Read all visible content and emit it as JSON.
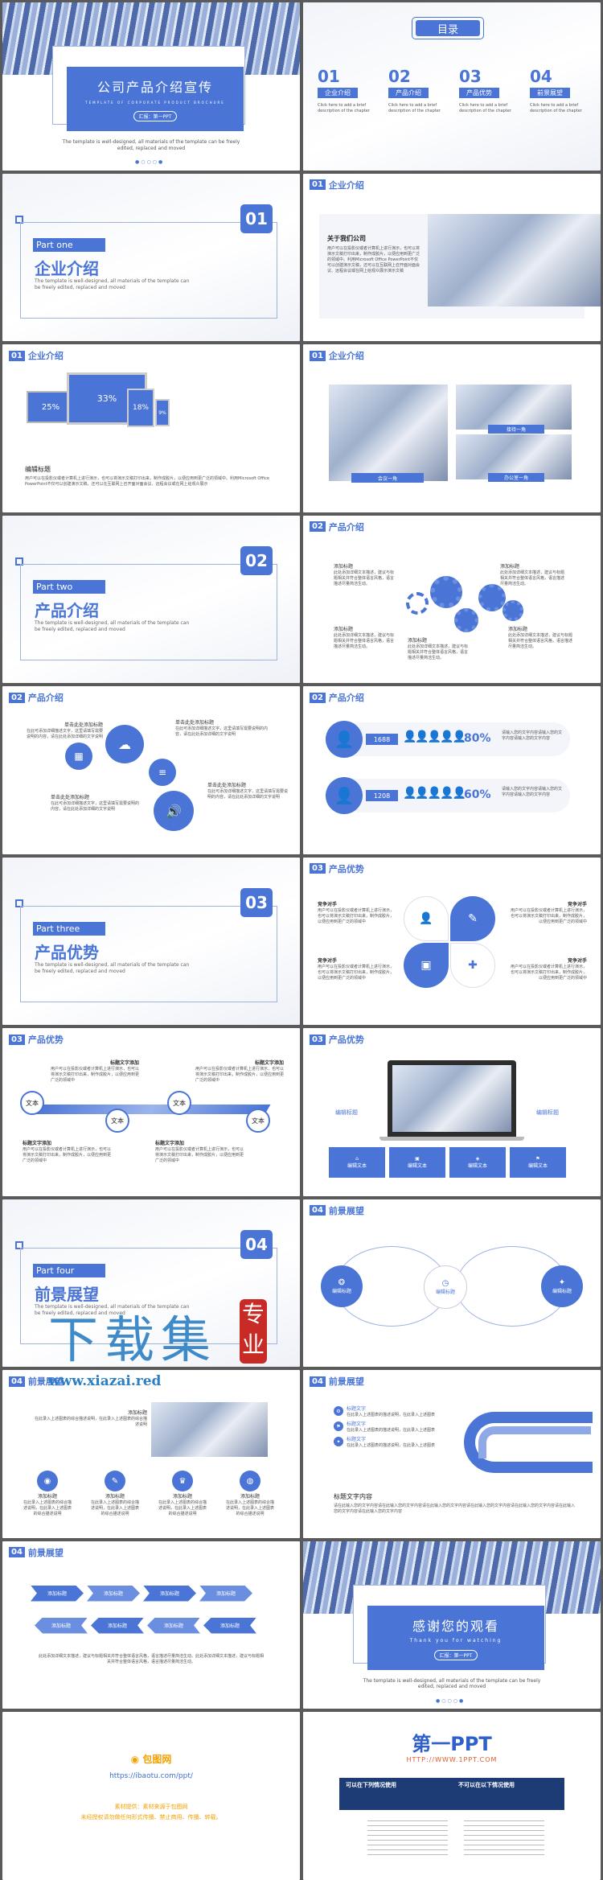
{
  "cover": {
    "title": "公司产品介绍宣传",
    "subtitle": "TEMPLATE OF CORPORATE PRODUCT BROCHURE",
    "presenter": "汇报：第一PPT",
    "desc": "The template is well-designed, all materials of the template can be freely edited, replaced and moved"
  },
  "toc": {
    "title": "目录",
    "items": [
      {
        "num": "01",
        "label": "企业介绍",
        "desc": "Click here to add a brief description of the chapter"
      },
      {
        "num": "02",
        "label": "产品介绍",
        "desc": "Click here to add a brief description of the chapter"
      },
      {
        "num": "03",
        "label": "产品优势",
        "desc": "Click here to add a brief description of the chapter"
      },
      {
        "num": "04",
        "label": "前景展望",
        "desc": "Click here to add a brief description of the chapter"
      }
    ]
  },
  "sections": [
    {
      "num": "01",
      "part": "Part one",
      "title": "企业介绍"
    },
    {
      "num": "02",
      "part": "Part two",
      "title": "产品介绍"
    },
    {
      "num": "03",
      "part": "Part three",
      "title": "产品优势"
    },
    {
      "num": "04",
      "part": "Part four",
      "title": "前景展望"
    }
  ],
  "section_desc": "The template is well-designed, all materials of the template can be freely edited, replaced and moved",
  "headers": {
    "h01": {
      "num": "01",
      "title": "企业介绍"
    },
    "h02": {
      "num": "02",
      "title": "产品介绍"
    },
    "h03": {
      "num": "03",
      "title": "产品优势"
    },
    "h04": {
      "num": "04",
      "title": "前景展望"
    }
  },
  "about": {
    "title": "关于我们公司",
    "body": "用户可以在投影仪或者计算机上进行演示，也可以将演示文稿打印出来，制作成胶片，以便应用到更广泛的领域中。利用Microsoft Office PowerPoint不仅可以创建演示文稿，还可以在互联网上召开面对面会议、远程会议或在网上给观众展示演示文稿"
  },
  "devices": {
    "screens": [
      "25%",
      "33%",
      "18%",
      "9%"
    ],
    "label": "编辑标题",
    "body": "用户可以在投影仪或者计算机上进行演示，也可以将演示文稿打印出来，制作成胶片，以便应用到更广泛的领域中。利用Microsoft Office PowerPoint不仅可以创建演示文稿，还可以在互联网上召开面对面会议、远程会议或在网上给观众展示"
  },
  "photos": {
    "labels": [
      "会议一角",
      "接待一角",
      "办公室一角"
    ]
  },
  "gears": {
    "label": "添加标题",
    "body": "此处添加详细文本描述，建议与标题相关并符合整体语言风格，语言描述尽量简洁生动。"
  },
  "cloud": {
    "label": "单击此处添加标题",
    "body": "在此可添加详细描述文字，这里请填写需要说明的内容，请在此处添加详细的文字说明"
  },
  "people": {
    "rows": [
      {
        "count": "1688",
        "pct": "80%"
      },
      {
        "count": "1208",
        "pct": "60%"
      }
    ],
    "note": "请输入您的文字内容请输入您的文字内容请输入您的文字内容"
  },
  "compete": {
    "label": "竞争对手",
    "body": "用户可以在投影仪或者计算机上进行演示，也可以将演示文稿打印出来，制作成胶片，以便应用到更广泛的领域中"
  },
  "text_flow": {
    "label": "标题文字添加",
    "node": "文本",
    "body": "用户可以在投影仪或者计算机上进行演示，也可以将演示文稿打印出来，制作成胶片，以便应用到更广泛的领域中"
  },
  "laptop": {
    "edit": "编辑标题",
    "buttons": [
      "编辑文本",
      "编辑文本",
      "编辑文本",
      "编辑文本"
    ]
  },
  "prospect_circle": {
    "center": "编辑标题",
    "left": "编辑标题",
    "right": "编辑标题"
  },
  "add_title": {
    "label": "添加标题",
    "body": "在此录入上述图表的综合描述说明，在此录入上述图表的综合描述说明"
  },
  "arcs": {
    "label": "标题文字",
    "body": "在此录入上述图表的描述说明，在此录入上述图表",
    "content_title": "标题文字内容",
    "content_body": "请在此输入您的文字内容请在此输入您的文字内容请在此输入您的文字内容请在此输入您的文字内容请在此输入您的文字内容请在此输入您的文字内容请在此输入您的文字内容"
  },
  "arrows": {
    "label": "添加标题",
    "body": "此处添加详细文本描述，建议与标题相关并符合整体语言风格，语言描述尽量简洁生动。此处添加详细文本描述，建议与标题相关并符合整体语言风格，语言描述尽量简洁生动。"
  },
  "thanks": {
    "title": "感谢您的观看",
    "subtitle": "Thank you for watching",
    "presenter": "汇报：第一PPT",
    "desc": "The template is well-designed, all materials of the template can be freely edited, replaced and moved"
  },
  "watermark": {
    "big": "下载集",
    "tag": "专业",
    "url": "www.xiazai.red"
  },
  "ibaotu": {
    "logo": "包图网",
    "url": "https://ibaotu.com/ppt/",
    "line1": "素材提供：素材来源于包图网",
    "line2": "未经授权请勿做任何形式传播、禁止商用、传播、转载。"
  },
  "ad": {
    "logo": "第一PPT",
    "url": "HTTP://WWW.1PPT.COM",
    "left_title": "可以在下列情况使用",
    "right_title": "不可以在以下情况使用"
  },
  "colors": {
    "accent": "#4a75d6",
    "red": "#c82a26",
    "orange": "#f2a100"
  }
}
